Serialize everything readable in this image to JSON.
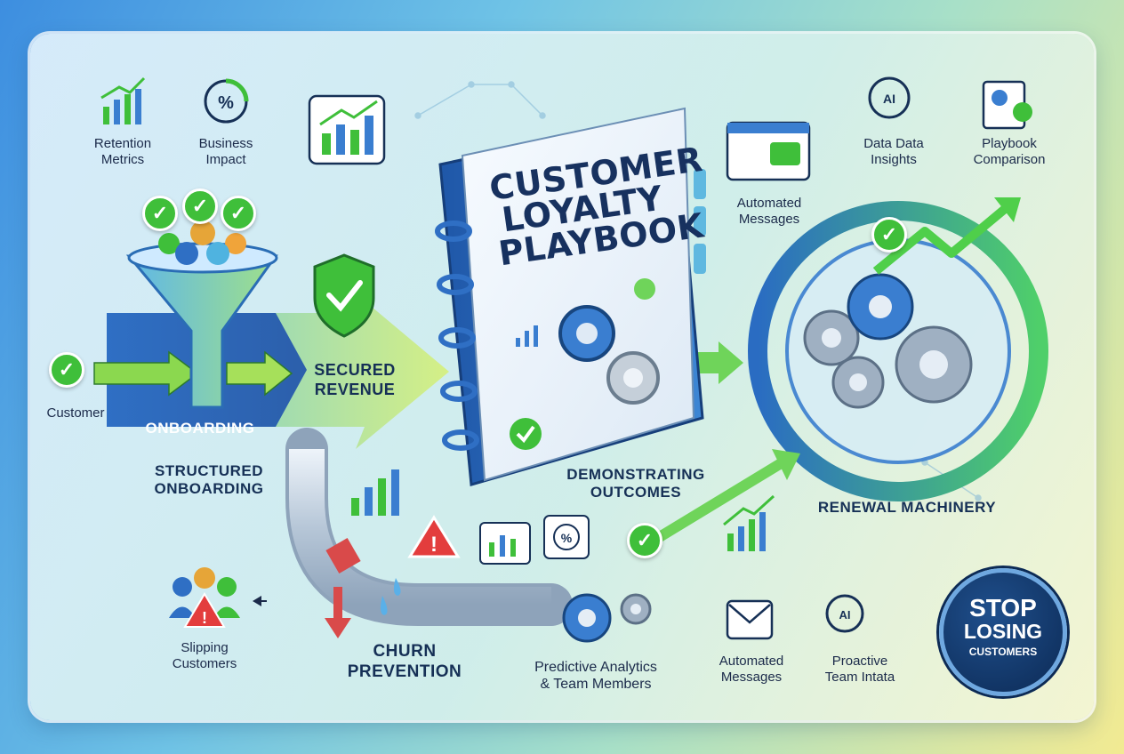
{
  "book": {
    "line1": "CUSTOMER",
    "line2": "LOYALTY",
    "line3": "PLAYBOOK"
  },
  "icons_top": {
    "retention": "Retention\nMetrics",
    "impact": "Business\nImpact",
    "data": "Data Data\nInsights",
    "comparison": "Playbook\nComparison",
    "automated_top": "Automated\nMessages"
  },
  "flow": {
    "customer": "Customer",
    "onboarding": "ONBOARDING",
    "structured": "STRUCTURED\nONBOARDING",
    "secured": "SECURED\nREVENUE",
    "demonstrating": "DEMONSTRATING\nOUTCOMES",
    "renewal": "RENEWAL MACHINERY",
    "slipping": "Slipping\nCustomers",
    "churn": "CHURN\nPREVENTION",
    "predictive": "Predictive Analytics\n& Team Members",
    "automated_bottom": "Automated\nMessages",
    "proactive": "Proactive\nTeam Intata"
  },
  "badge": {
    "line1": "STOP",
    "line2": "LOSING",
    "line3": "CUSTOMERS"
  },
  "colors": {
    "navy": "#163056",
    "green": "#3fbf3a",
    "blue": "#2f6fc4",
    "teal": "#35b5c9"
  }
}
